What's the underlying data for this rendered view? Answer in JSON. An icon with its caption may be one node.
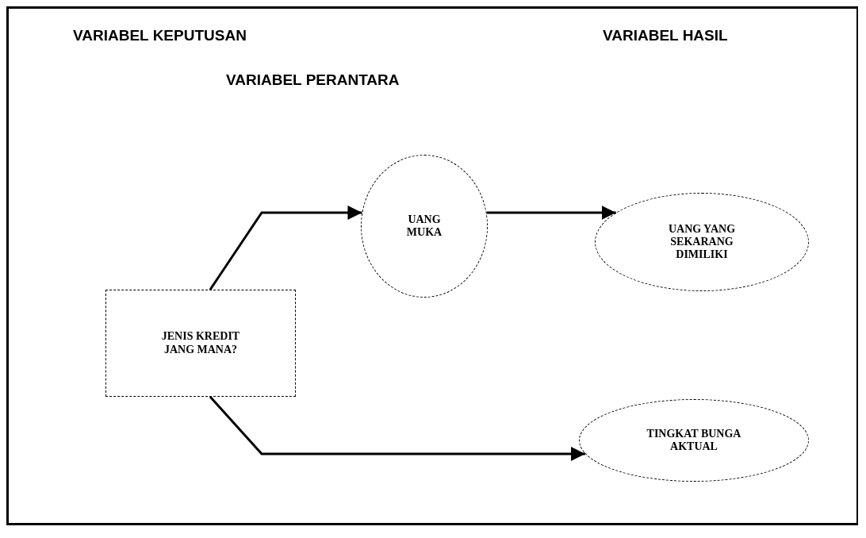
{
  "diagram": {
    "nodes": [
      {
        "text": [
          "JENIS KREDIT JANG MANA?"
        ]
      },
      {
        "text": [
          "UANG MUKA"
        ]
      },
      {
        "text": [
          "UANG YANG SEKARANG DIMILIKI"
        ]
      },
      {
        "text": [
          "TINGKAT BUNGA AKTUAL"
        ]
      }
    ],
    "edges": [
      {
        "from": 0,
        "to": 1,
        "arrow": "to"
      },
      {
        "from": 1,
        "to": 2,
        "arrow": "to"
      },
      {
        "from": 0,
        "to": 3,
        "arrow": "to"
      }
    ],
    "labels": [
      "VARIABEL KEPUTUSAN",
      "VARIABEL HASIL",
      "VARIABEL PERANTARA"
    ]
  }
}
